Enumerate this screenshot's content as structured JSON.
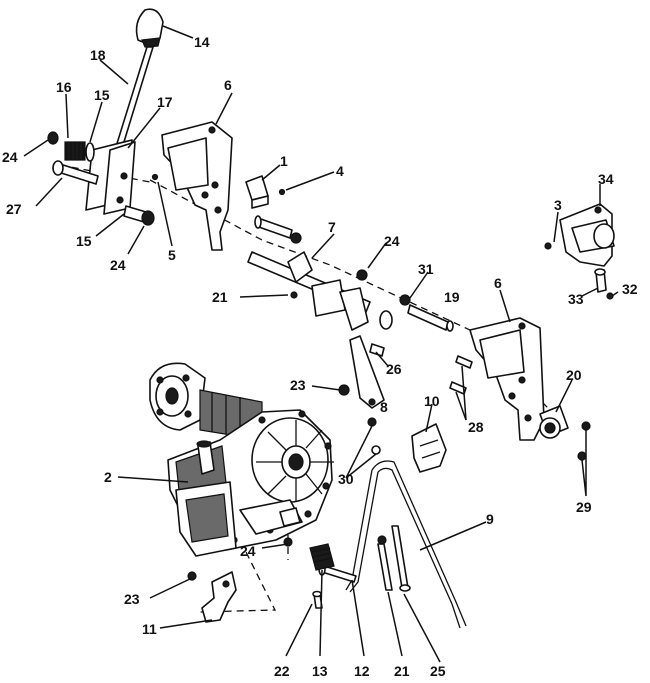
{
  "callouts": [
    {
      "id": "c1",
      "text": "1"
    },
    {
      "id": "c2",
      "text": "2"
    },
    {
      "id": "c3",
      "text": "3"
    },
    {
      "id": "c4",
      "text": "4"
    },
    {
      "id": "c5",
      "text": "5"
    },
    {
      "id": "c6a",
      "text": "6"
    },
    {
      "id": "c6b",
      "text": "6"
    },
    {
      "id": "c7",
      "text": "7"
    },
    {
      "id": "c8",
      "text": "8"
    },
    {
      "id": "c9",
      "text": "9"
    },
    {
      "id": "c10",
      "text": "10"
    },
    {
      "id": "c11",
      "text": "11"
    },
    {
      "id": "c12",
      "text": "12"
    },
    {
      "id": "c13",
      "text": "13"
    },
    {
      "id": "c14",
      "text": "14"
    },
    {
      "id": "c15a",
      "text": "15"
    },
    {
      "id": "c15b",
      "text": "15"
    },
    {
      "id": "c16",
      "text": "16"
    },
    {
      "id": "c17",
      "text": "17"
    },
    {
      "id": "c18",
      "text": "18"
    },
    {
      "id": "c19",
      "text": "19"
    },
    {
      "id": "c20",
      "text": "20"
    },
    {
      "id": "c21a",
      "text": "21"
    },
    {
      "id": "c21b",
      "text": "21"
    },
    {
      "id": "c22",
      "text": "22"
    },
    {
      "id": "c23a",
      "text": "23"
    },
    {
      "id": "c23b",
      "text": "23"
    },
    {
      "id": "c24a",
      "text": "24"
    },
    {
      "id": "c24b",
      "text": "24"
    },
    {
      "id": "c24c",
      "text": "24"
    },
    {
      "id": "c24d",
      "text": "24"
    },
    {
      "id": "c25",
      "text": "25"
    },
    {
      "id": "c26",
      "text": "26"
    },
    {
      "id": "c27",
      "text": "27"
    },
    {
      "id": "c28",
      "text": "28"
    },
    {
      "id": "c29",
      "text": "29"
    },
    {
      "id": "c30",
      "text": "30"
    },
    {
      "id": "c31",
      "text": "31"
    },
    {
      "id": "c32",
      "text": "32"
    },
    {
      "id": "c33",
      "text": "33"
    },
    {
      "id": "c34",
      "text": "34"
    }
  ]
}
